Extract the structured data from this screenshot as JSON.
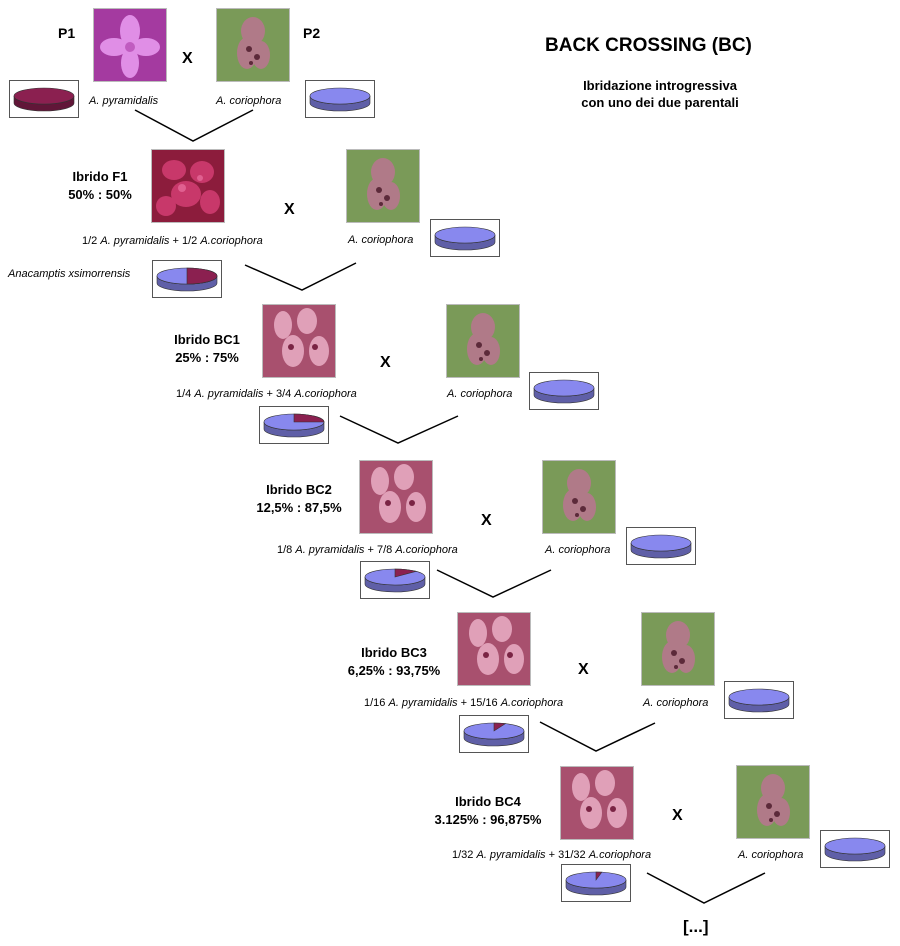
{
  "title": "BACK CROSSING  (BC)",
  "subtitle_line1": "Ibridazione introgressiva",
  "subtitle_line2": "con uno dei due parentali",
  "p1_label": "P1",
  "p2_label": "P2",
  "cross_symbol": "X",
  "p1_caption": "A. pyramidalis",
  "p2_caption": "A. coriophora",
  "recurrent_caption": "A. coriophora",
  "f1_name_caption": "Anacamptis xsimorrensis",
  "ellipsis": "[...]",
  "colors": {
    "pyramidalis": "#8b2050",
    "coriophora": "#8888ee"
  },
  "generations": [
    {
      "name": "Ibrido  F1",
      "ratio": "50% : 50%",
      "f_pyr": "1/2",
      "name_pyr": "A. pyramidalis",
      "plus": "+",
      "f_cor": "1/2",
      "name_cor": "A.coriophora",
      "pyramidalis_fraction": 0.5
    },
    {
      "name": "Ibrido  BC1",
      "ratio": "25%  :  75%",
      "f_pyr": "1/4",
      "name_pyr": "A. pyramidalis",
      "plus": "+",
      "f_cor": "3/4",
      "name_cor": "A.coriophora",
      "pyramidalis_fraction": 0.25
    },
    {
      "name": "Ibrido  BC2",
      "ratio": "12,5%  : 87,5%",
      "f_pyr": "1/8",
      "name_pyr": "A. pyramidalis",
      "plus": "+",
      "f_cor": "7/8",
      "name_cor": "A.coriophora",
      "pyramidalis_fraction": 0.125
    },
    {
      "name": "Ibrido   BC3",
      "ratio": "6,25%  : 93,75%",
      "f_pyr": "1/16",
      "name_pyr": "A. pyramidalis",
      "plus": "+",
      "f_cor": "15/16",
      "name_cor": "A.coriophora",
      "pyramidalis_fraction": 0.0625
    },
    {
      "name": "Ibrido   BC4",
      "ratio": "3.125%  :  96,875%",
      "f_pyr": "1/32",
      "name_pyr": "A. pyramidalis",
      "plus": "+",
      "f_cor": "31/32",
      "name_cor": "A.coriophora",
      "pyramidalis_fraction": 0.03125
    }
  ]
}
